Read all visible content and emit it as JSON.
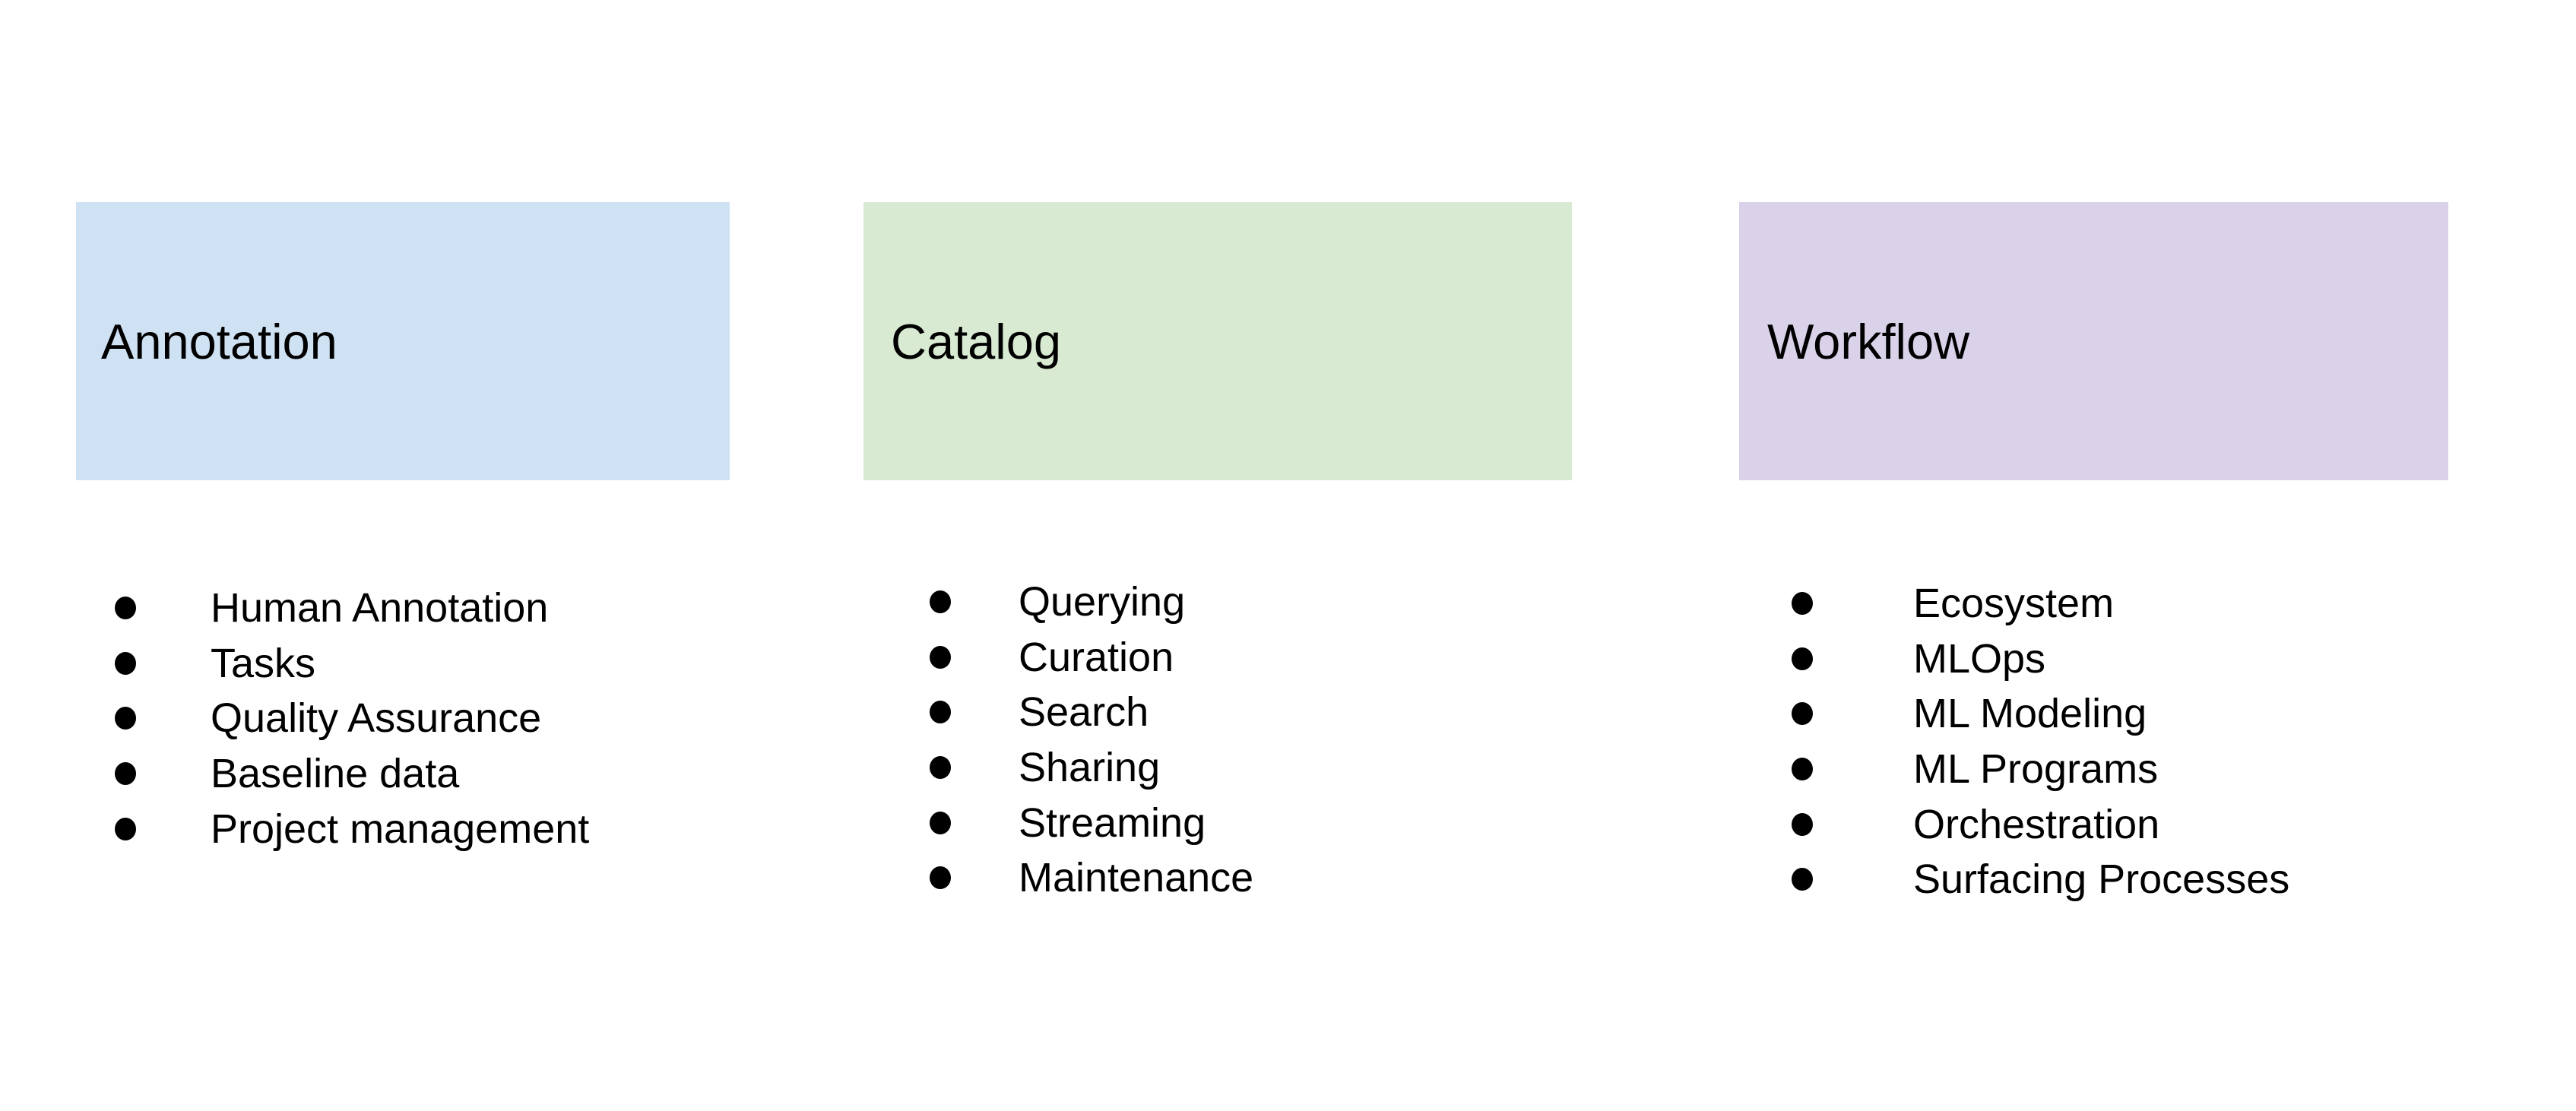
{
  "page": {
    "background_color": "#ffffff",
    "text_color": "#000000"
  },
  "columns": [
    {
      "title": "Annotation",
      "color": "#cfe2f3",
      "items": [
        "Human Annotation",
        "Tasks",
        "Quality Assurance",
        "Baseline data",
        "Project management"
      ]
    },
    {
      "title": "Catalog",
      "color": "#d9ead3",
      "items": [
        "Querying",
        "Curation",
        "Search",
        "Sharing",
        "Streaming",
        "Maintenance"
      ]
    },
    {
      "title": "Workflow",
      "color": "#d9d2e9",
      "items": [
        "Ecosystem",
        "MLOps",
        "ML Modeling",
        "ML Programs",
        "Orchestration",
        "Surfacing Processes"
      ]
    }
  ]
}
